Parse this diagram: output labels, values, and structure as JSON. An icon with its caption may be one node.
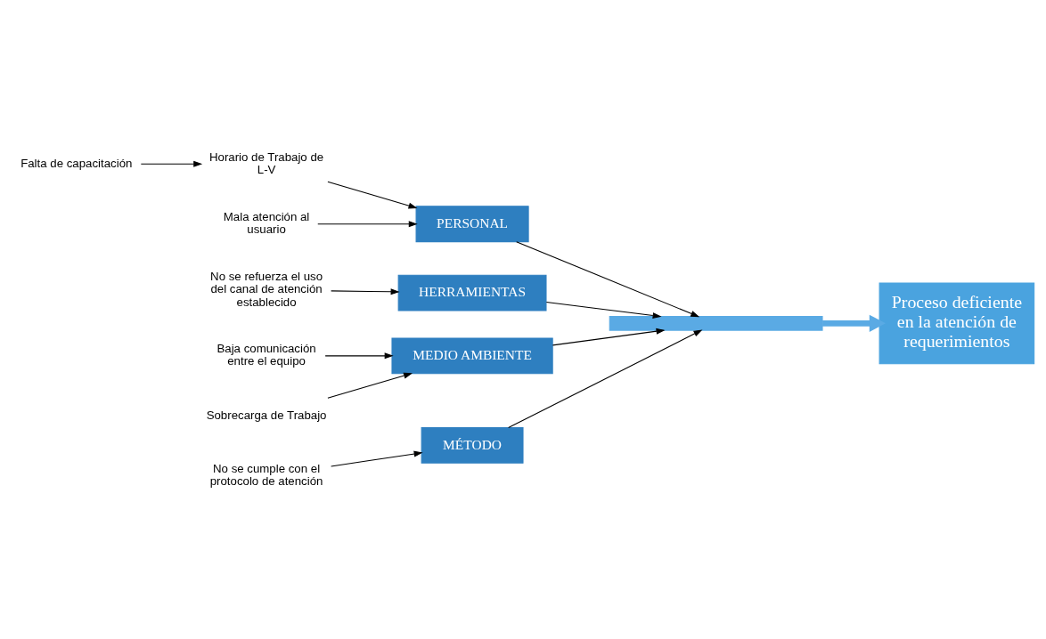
{
  "diagram": {
    "nodes": [
      {
        "text": [
          "MÉTODO"
        ]
      },
      {
        "text": [
          "PERSONAL"
        ]
      },
      {
        "text": [
          "HERRAMIENTAS"
        ]
      },
      {
        "text": [
          "MEDIO AMBIENTE"
        ]
      },
      {
        "text": [],
        "shape": "bar"
      },
      {
        "text": [
          "Proceso deficiente en la atención de requerimientos"
        ]
      },
      {
        "text": [
          "No se cumple con el protocolo de atención"
        ]
      },
      {
        "text": [
          "Horario de Trabajo de L-V"
        ]
      },
      {
        "text": [
          "Falta de capacitación"
        ]
      },
      {
        "text": [
          "Mala atención al usuario"
        ]
      },
      {
        "text": [
          "No se refuerza el uso del canal de atención establecido"
        ]
      },
      {
        "text": [
          "Baja comunicación entre el equipo"
        ]
      },
      {
        "text": [
          "Sobrecarga de Trabajo"
        ]
      }
    ],
    "edges": [
      {
        "from": 0,
        "to": 4,
        "arrow": "to"
      },
      {
        "from": 1,
        "to": 4,
        "arrow": "to"
      },
      {
        "from": 2,
        "to": 4,
        "arrow": "to"
      },
      {
        "from": 3,
        "to": 4,
        "arrow": "to"
      },
      {
        "from": 4,
        "to": 5,
        "arrow": "to",
        "style": "thick",
        "color": "#5aaae4"
      },
      {
        "from": 6,
        "to": 0,
        "arrow": "to"
      },
      {
        "from": 7,
        "to": 1,
        "arrow": "to"
      },
      {
        "from": 8,
        "to": 7,
        "arrow": "to"
      },
      {
        "from": 9,
        "to": 1,
        "arrow": "to"
      },
      {
        "from": 10,
        "to": 2,
        "arrow": "to"
      },
      {
        "from": 11,
        "to": 3,
        "arrow": "to"
      },
      {
        "from": 12,
        "to": 3,
        "arrow": "to"
      }
    ]
  }
}
